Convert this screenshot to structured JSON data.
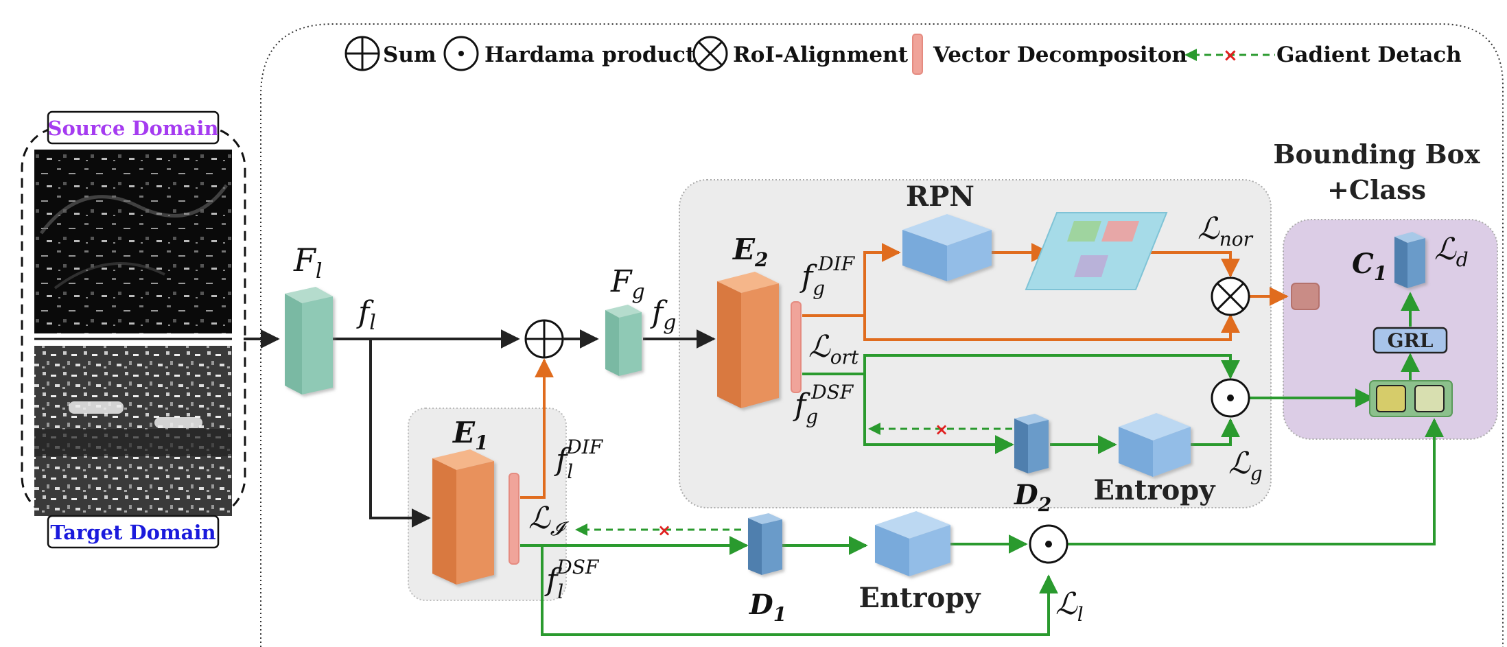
{
  "legend": {
    "sum": "Sum",
    "hadamard": "Hardama product",
    "roi": "RoI-Alignment",
    "vector": "Vector Decompositon",
    "detach": "Gadient Detach"
  },
  "domains": {
    "source": "Source Domain",
    "target": "Target Domain"
  },
  "nodes": {
    "Fl": "F",
    "Fl_sub": "l",
    "fl": "f",
    "fl_sub": "l",
    "Fg": "F",
    "Fg_sub": "g",
    "fg": "f",
    "fg_sub": "g",
    "E1": "E",
    "E1_sub": "1",
    "E2": "E",
    "E2_sub": "2",
    "D1": "D",
    "D1_sub": "1",
    "D2": "D",
    "D2_sub": "2",
    "C1": "C",
    "C1_sub": "1",
    "rpn": "RPN",
    "entropy1": "Entropy",
    "entropy2": "Entropy",
    "grl": "GRL",
    "bbox_line1": "Bounding Box",
    "bbox_line2": "+Class"
  },
  "features": {
    "fgDIF": "DIF",
    "fgDSF": "DSF",
    "flDIF": "DIF",
    "flDSF": "DSF",
    "f_g_sub": "g",
    "f_l_sub": "l",
    "f": "f"
  },
  "losses": {
    "L": "ℒ",
    "nor": "nor",
    "ort": "ort",
    "I": "𝓘",
    "g": "g",
    "l": "l",
    "d": "d"
  },
  "colors": {
    "orange": "#e06c1e",
    "green": "#2a9a2e",
    "black": "#222222",
    "teal": "#8fc9b5",
    "encoder": "#e8915c",
    "blue": "#8fbde6",
    "pink": "#f0a49a",
    "purple_bg": "#dccde6"
  }
}
